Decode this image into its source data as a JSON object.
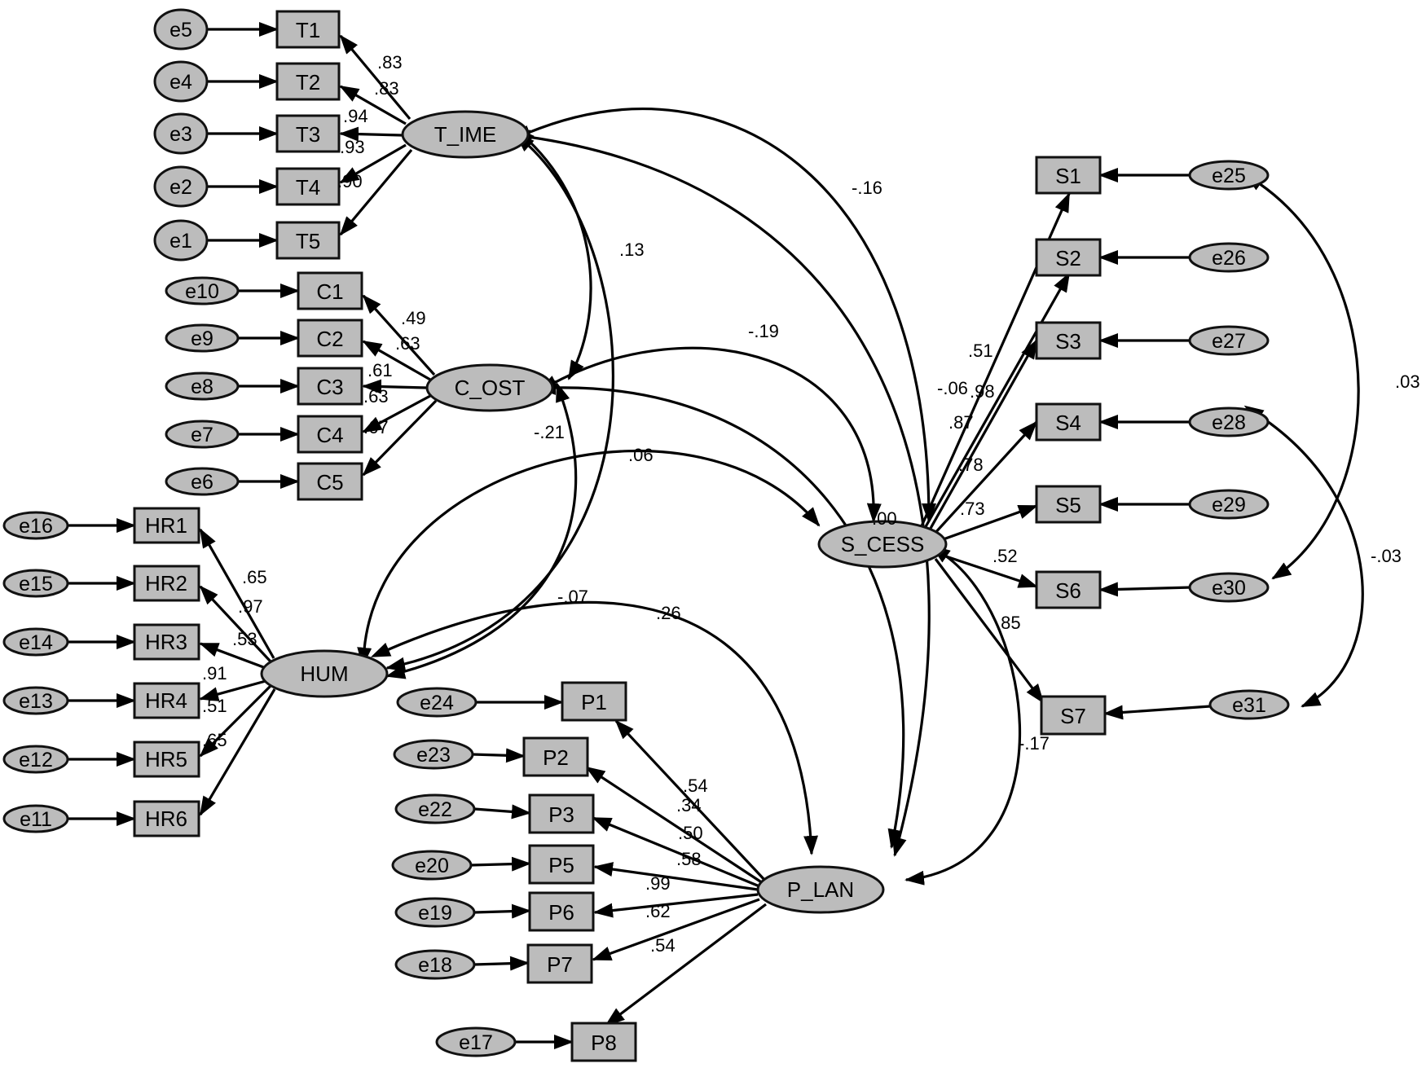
{
  "latents": {
    "time": "T_IME",
    "cost": "C_OST",
    "hum": "HUM",
    "success": "S_CESS",
    "plan": "P_LAN"
  },
  "observed": {
    "t1": "T1",
    "t2": "T2",
    "t3": "T3",
    "t4": "T4",
    "t5": "T5",
    "c1": "C1",
    "c2": "C2",
    "c3": "C3",
    "c4": "C4",
    "c5": "C5",
    "hr1": "HR1",
    "hr2": "HR2",
    "hr3": "HR3",
    "hr4": "HR4",
    "hr5": "HR5",
    "hr6": "HR6",
    "p1": "P1",
    "p2": "P2",
    "p3": "P3",
    "p5": "P5",
    "p6": "P6",
    "p7": "P7",
    "p8": "P8",
    "s1": "S1",
    "s2": "S2",
    "s3": "S3",
    "s4": "S4",
    "s5": "S5",
    "s6": "S6",
    "s7": "S7"
  },
  "errors": {
    "e1": "e1",
    "e2": "e2",
    "e3": "e3",
    "e4": "e4",
    "e5": "e5",
    "e6": "e6",
    "e7": "e7",
    "e8": "e8",
    "e9": "e9",
    "e10": "e10",
    "e11": "e11",
    "e12": "e12",
    "e13": "e13",
    "e14": "e14",
    "e15": "e15",
    "e16": "e16",
    "e17": "e17",
    "e18": "e18",
    "e19": "e19",
    "e20": "e20",
    "e22": "e22",
    "e23": "e23",
    "e24": "e24",
    "e25": "e25",
    "e26": "e26",
    "e27": "e27",
    "e28": "e28",
    "e29": "e29",
    "e30": "e30",
    "e31": "e31"
  },
  "loadings": {
    "t1": ".83",
    "t2": ".83",
    "t3": ".94",
    "t4": ".93",
    "t5": ".90",
    "c1": ".49",
    "c2": ".63",
    "c3": ".61",
    "c4": ".63",
    "c5": ".67",
    "hr1": ".65",
    "hr2": ".97",
    "hr3": ".53",
    "hr4": ".91",
    "hr5": ".51",
    "hr6": ".65",
    "p1": ".54",
    "p2": ".34",
    "p3": ".50",
    "p5": ".58",
    "p6": ".99",
    "p7": ".62",
    "p8": ".54",
    "s1": ".51",
    "s2": ".98",
    "s3": ".87",
    "s4": ".78",
    "s5": ".73",
    "s6": ".52",
    "s7": ".85"
  },
  "correlations": {
    "time_success": "-.16",
    "time_cost": ".13",
    "time_plan": "-.06",
    "time_hum": "-.21",
    "cost_success": "-.19",
    "cost_plan": ".00",
    "hum_success": ".06",
    "hum_plan": ".26",
    "cost_hum": "-.07",
    "success_plan": "-.17",
    "e25_e30": ".03",
    "e28_e31": "-.03"
  }
}
